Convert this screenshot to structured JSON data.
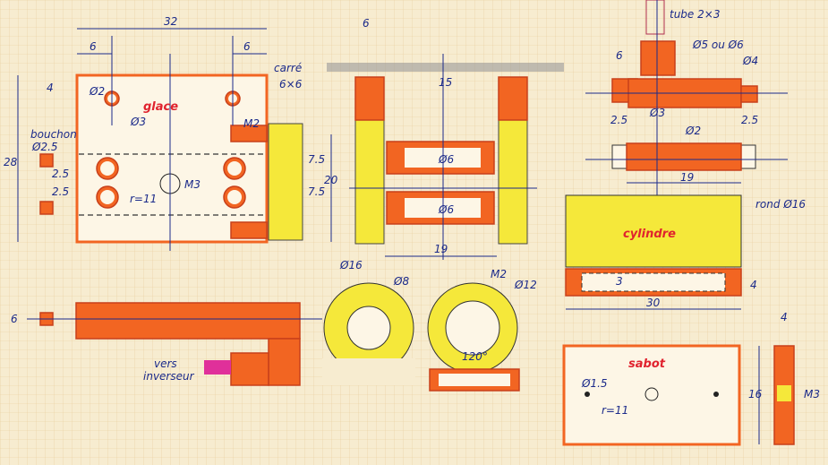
{
  "glace": {
    "title": "glace",
    "w": "32",
    "left6": "6",
    "right6": "6",
    "top4": "4",
    "h": "28",
    "carre": "carré",
    "carre_size": "6×6",
    "d2": "Ø2",
    "d3": "Ø3",
    "m2": "M2",
    "bouchon": "bouchon",
    "bouchon_d": "Ø2.5",
    "s1": "2.5",
    "s2": "2.5",
    "r": "r=11",
    "m3": "M3",
    "v1": "7.5",
    "v2": "7.5"
  },
  "side": {
    "w6": "6",
    "w15": "15",
    "h20": "20",
    "d6a": "Ø6",
    "d6b": "Ø6",
    "w19": "19"
  },
  "tube": {
    "tube": "tube 2×3",
    "h6": "6",
    "d5": "Ø5 ou Ø6",
    "d4": "Ø4",
    "d3": "Ø3",
    "l25": "2.5",
    "r25": "2.5",
    "d2": "Ø2",
    "w19": "19"
  },
  "cyl": {
    "title": "cylindre",
    "rond": "rond Ø16",
    "h4": "4",
    "h3": "3",
    "w30": "30"
  },
  "rings": {
    "d16": "Ø16",
    "d8": "Ø8",
    "m2": "M2",
    "d12": "Ø12",
    "ang": "120°"
  },
  "bottom": {
    "h6": "6",
    "vers": "vers",
    "inverseur": "inverseur"
  },
  "sabot": {
    "title": "sabot",
    "d15": "Ø1.5",
    "r": "r=11",
    "h16": "16",
    "w4": "4",
    "m3": "M3"
  },
  "colors": {
    "paper": "#f7ecd0",
    "orange": "#f26522",
    "yellow": "#f5e83a",
    "ink": "#1b2a8a"
  }
}
